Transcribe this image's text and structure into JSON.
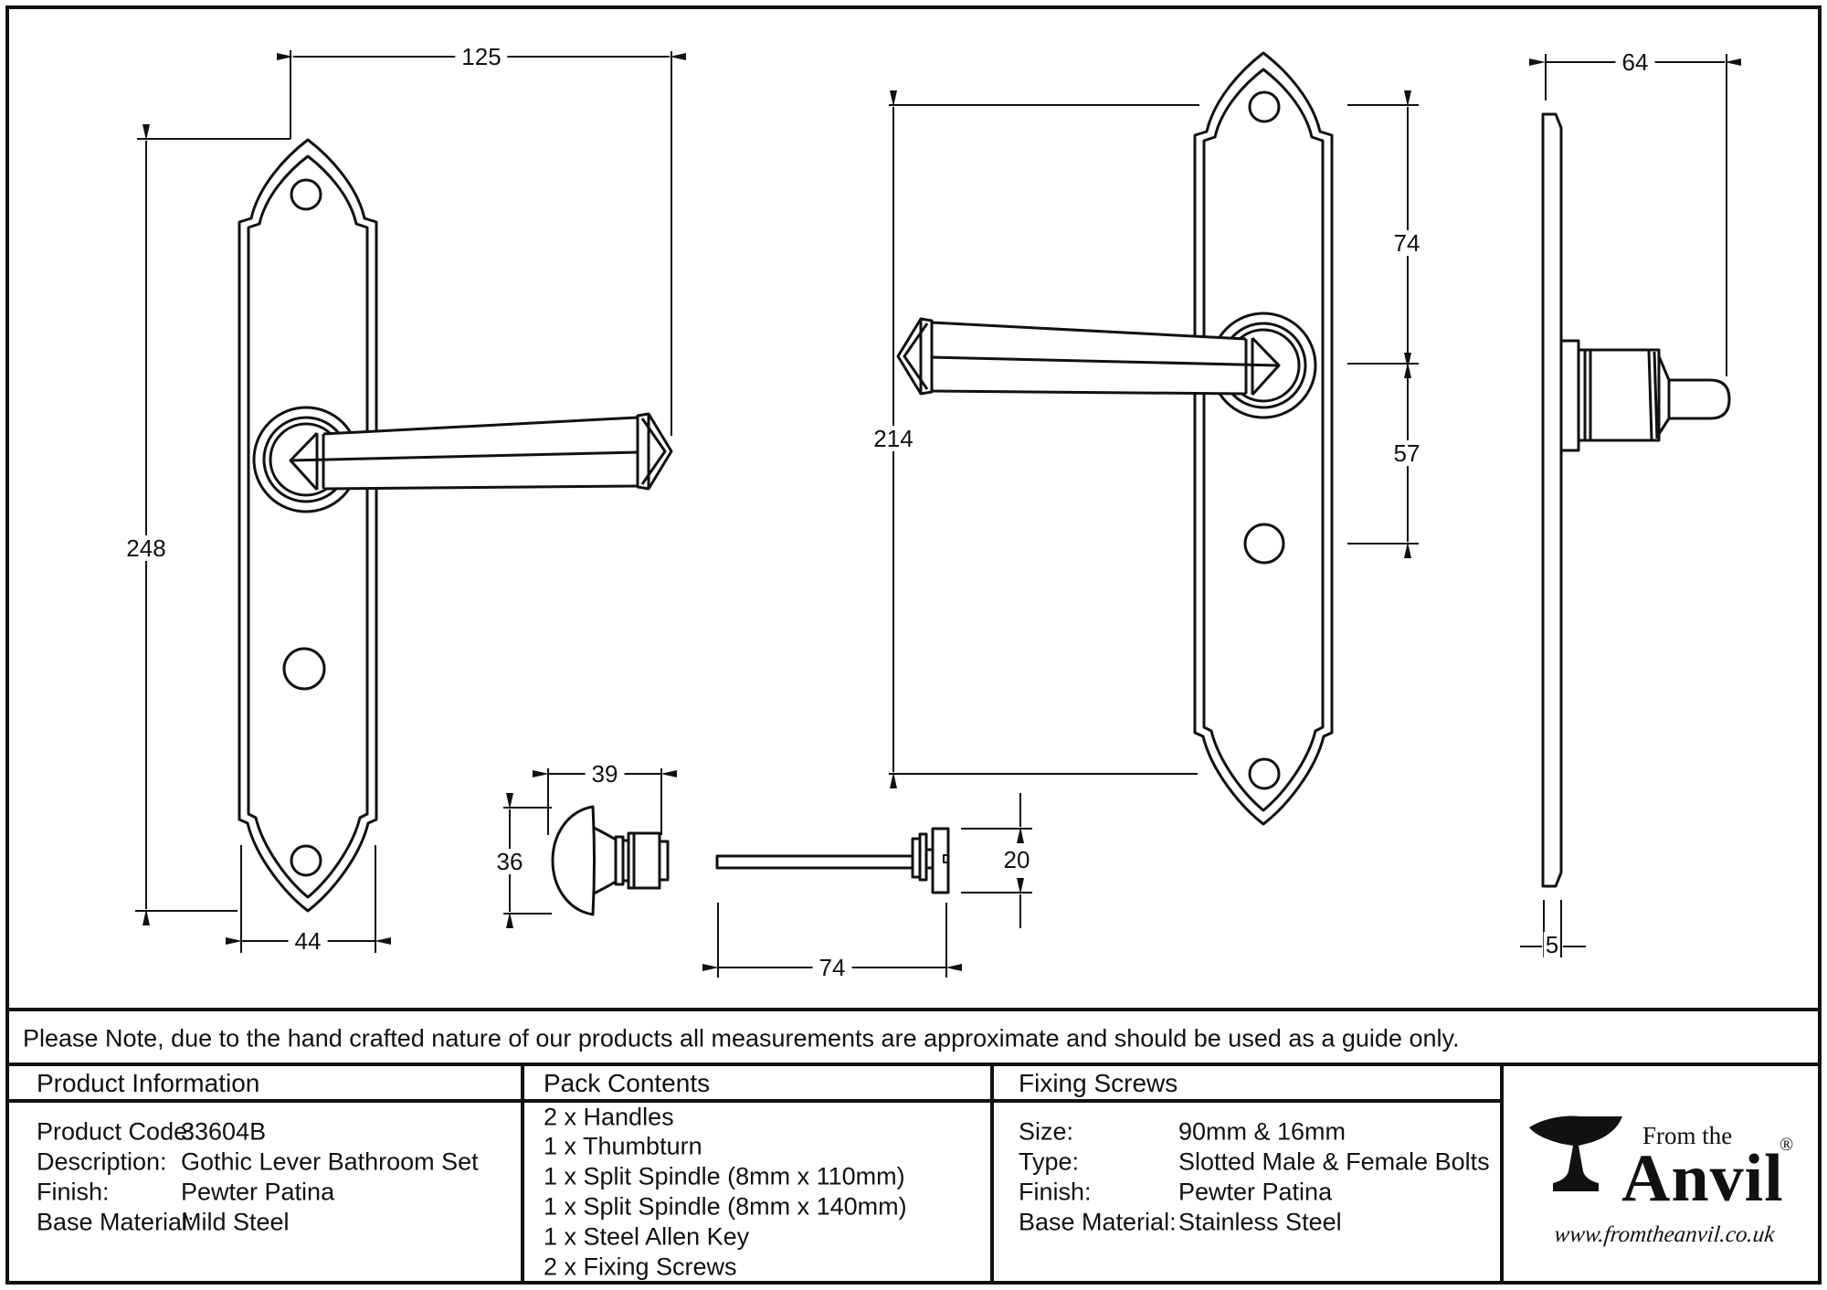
{
  "note": "Please Note, due to the hand crafted nature of our products all measurements are approximate and should be used as a guide only.",
  "drawing": {
    "dims": {
      "lever_length": "125",
      "backplate_height": "248",
      "backplate_width": "44",
      "thumbturn_width": "39",
      "thumbturn_height": "36",
      "spindle_length": "74",
      "spindle_cap_diameter": "20",
      "fixing_hole_centres": "214",
      "top_hole_to_spindle": "74",
      "spindle_to_turn": "57",
      "projection": "64",
      "plate_thickness": "5"
    }
  },
  "table": {
    "product_information": {
      "header": "Product Information",
      "rows": [
        {
          "label": "Product Code:",
          "value": "33604B"
        },
        {
          "label": "Description:",
          "value": "Gothic Lever Bathroom Set"
        },
        {
          "label": "Finish:",
          "value": "Pewter Patina"
        },
        {
          "label": "Base Material:",
          "value": "Mild Steel"
        }
      ]
    },
    "pack_contents": {
      "header": "Pack Contents",
      "items": [
        "2 x Handles",
        "1 x Thumbturn",
        "1 x Split Spindle (8mm x 110mm)",
        "1 x Split Spindle (8mm x 140mm)",
        "1 x Steel Allen Key",
        "2 x Fixing Screws"
      ]
    },
    "fixing_screws": {
      "header": "Fixing Screws",
      "rows": [
        {
          "label": "Size:",
          "value": "90mm & 16mm"
        },
        {
          "label": "Type:",
          "value": "Slotted Male & Female Bolts"
        },
        {
          "label": "Finish:",
          "value": "Pewter Patina"
        },
        {
          "label": "Base Material:",
          "value": "Stainless Steel"
        }
      ]
    }
  },
  "logo": {
    "from_the": "From the",
    "anvil": "Anvil",
    "registered": "®",
    "url": "www.fromtheanvil.co.uk"
  }
}
